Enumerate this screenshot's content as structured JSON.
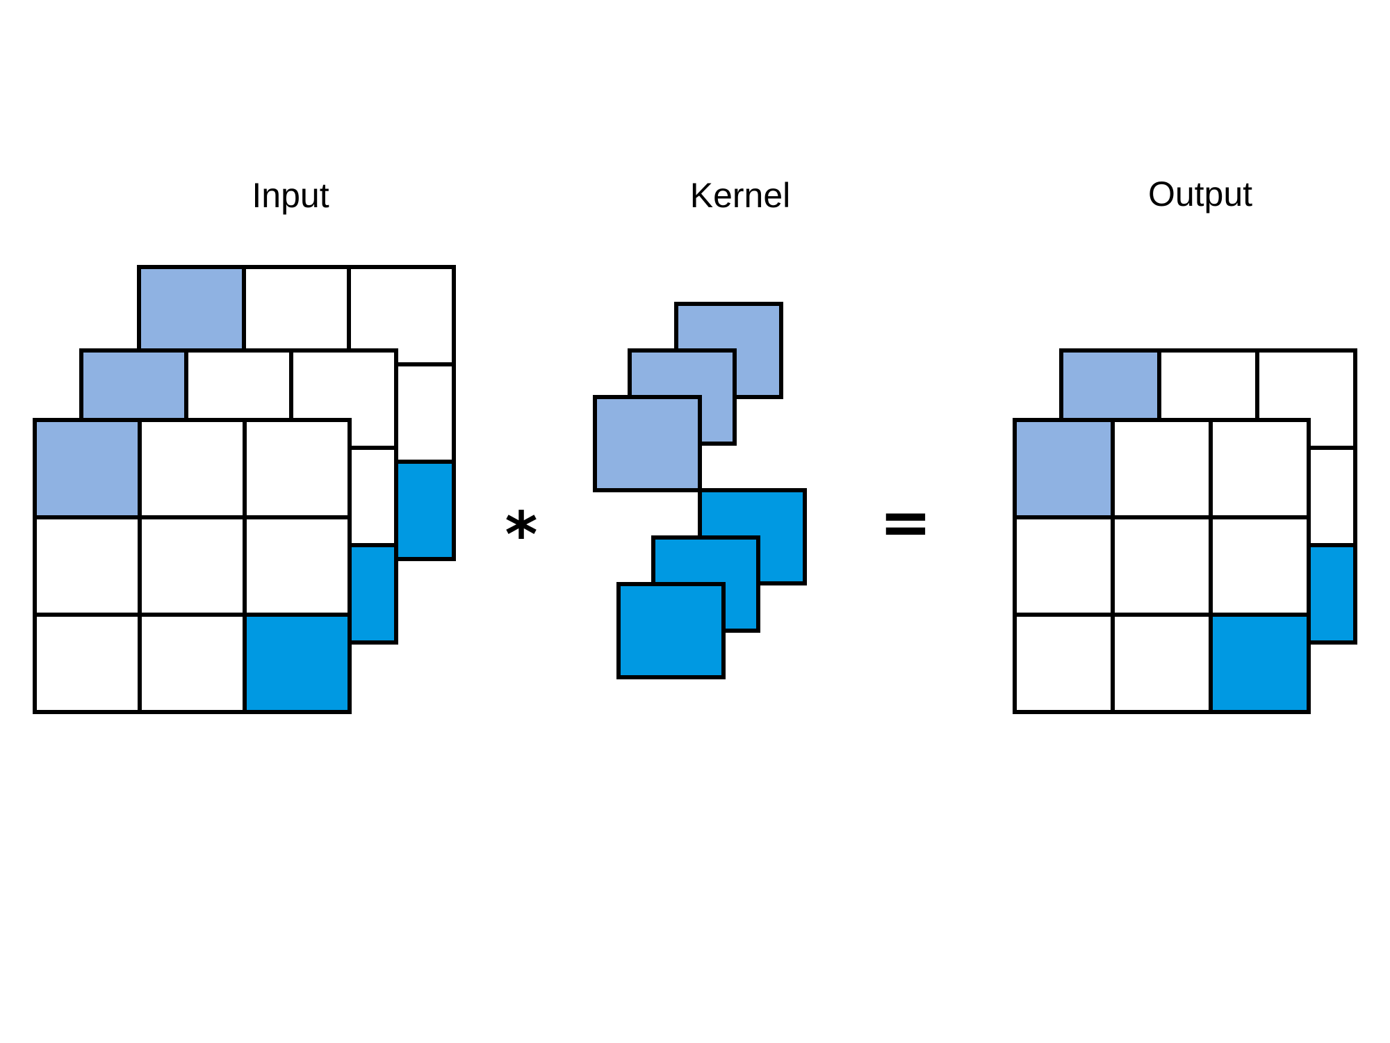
{
  "labels": {
    "input": "Input",
    "kernel": "Kernel",
    "output": "Output"
  },
  "operators": {
    "convolve": "*",
    "equals": "="
  },
  "colors": {
    "light_blue": "#8FB2E2",
    "blue": "#0099E2",
    "empty": "#FFFFFF",
    "border": "#000000"
  },
  "input": {
    "rows": 3,
    "cols": 3,
    "layers": 3,
    "highlight_top_left": "light_blue",
    "highlight_bottom_right": "blue"
  },
  "kernel": {
    "groups": 2,
    "squares_per_group": 3,
    "group_colors": [
      "light_blue",
      "blue"
    ]
  },
  "output": {
    "rows": 3,
    "cols": 3,
    "layers": 2,
    "highlight_top_left": "light_blue",
    "highlight_bottom_right": "blue"
  }
}
